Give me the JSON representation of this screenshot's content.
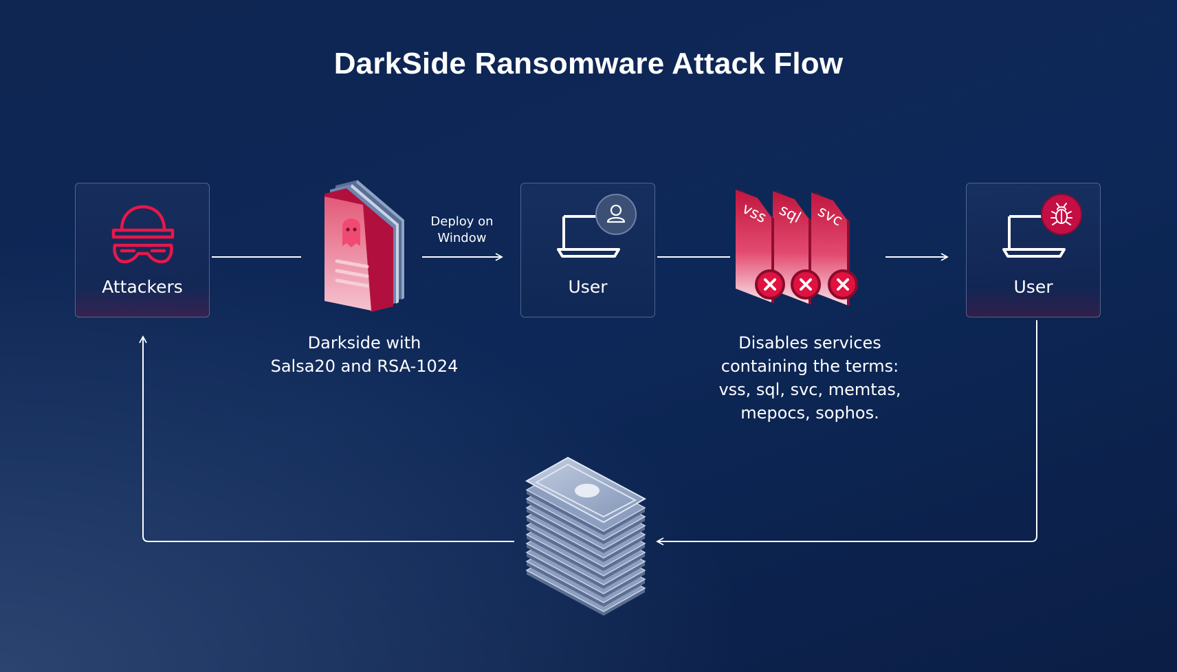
{
  "title": "DarkSide Ransomware Attack Flow",
  "nodes": {
    "attackers": {
      "label": "Attackers"
    },
    "user_1": {
      "label": "User"
    },
    "user_2": {
      "label": "User"
    }
  },
  "darkside": {
    "caption_line1": "Darkside with",
    "caption_line2": "Salsa20 and RSA-1024"
  },
  "deploy_edge": {
    "line1": "Deploy on",
    "line2": "Window"
  },
  "services": {
    "files": [
      "vss",
      "sql",
      "svc"
    ],
    "caption_lines": [
      "Disables services",
      "containing the terms:",
      "vss, sql, svc, memtas,",
      "mepocs, sophos."
    ]
  },
  "colors": {
    "accent_red": "#e8174a",
    "line_white": "#ffffff",
    "box_border": "#96aacd",
    "background": "#0d2858"
  },
  "icons": [
    "masked-hacker-icon",
    "document-stack-icon",
    "laptop-icon",
    "user-icon",
    "bug-icon",
    "money-stack-icon",
    "close-icon"
  ]
}
